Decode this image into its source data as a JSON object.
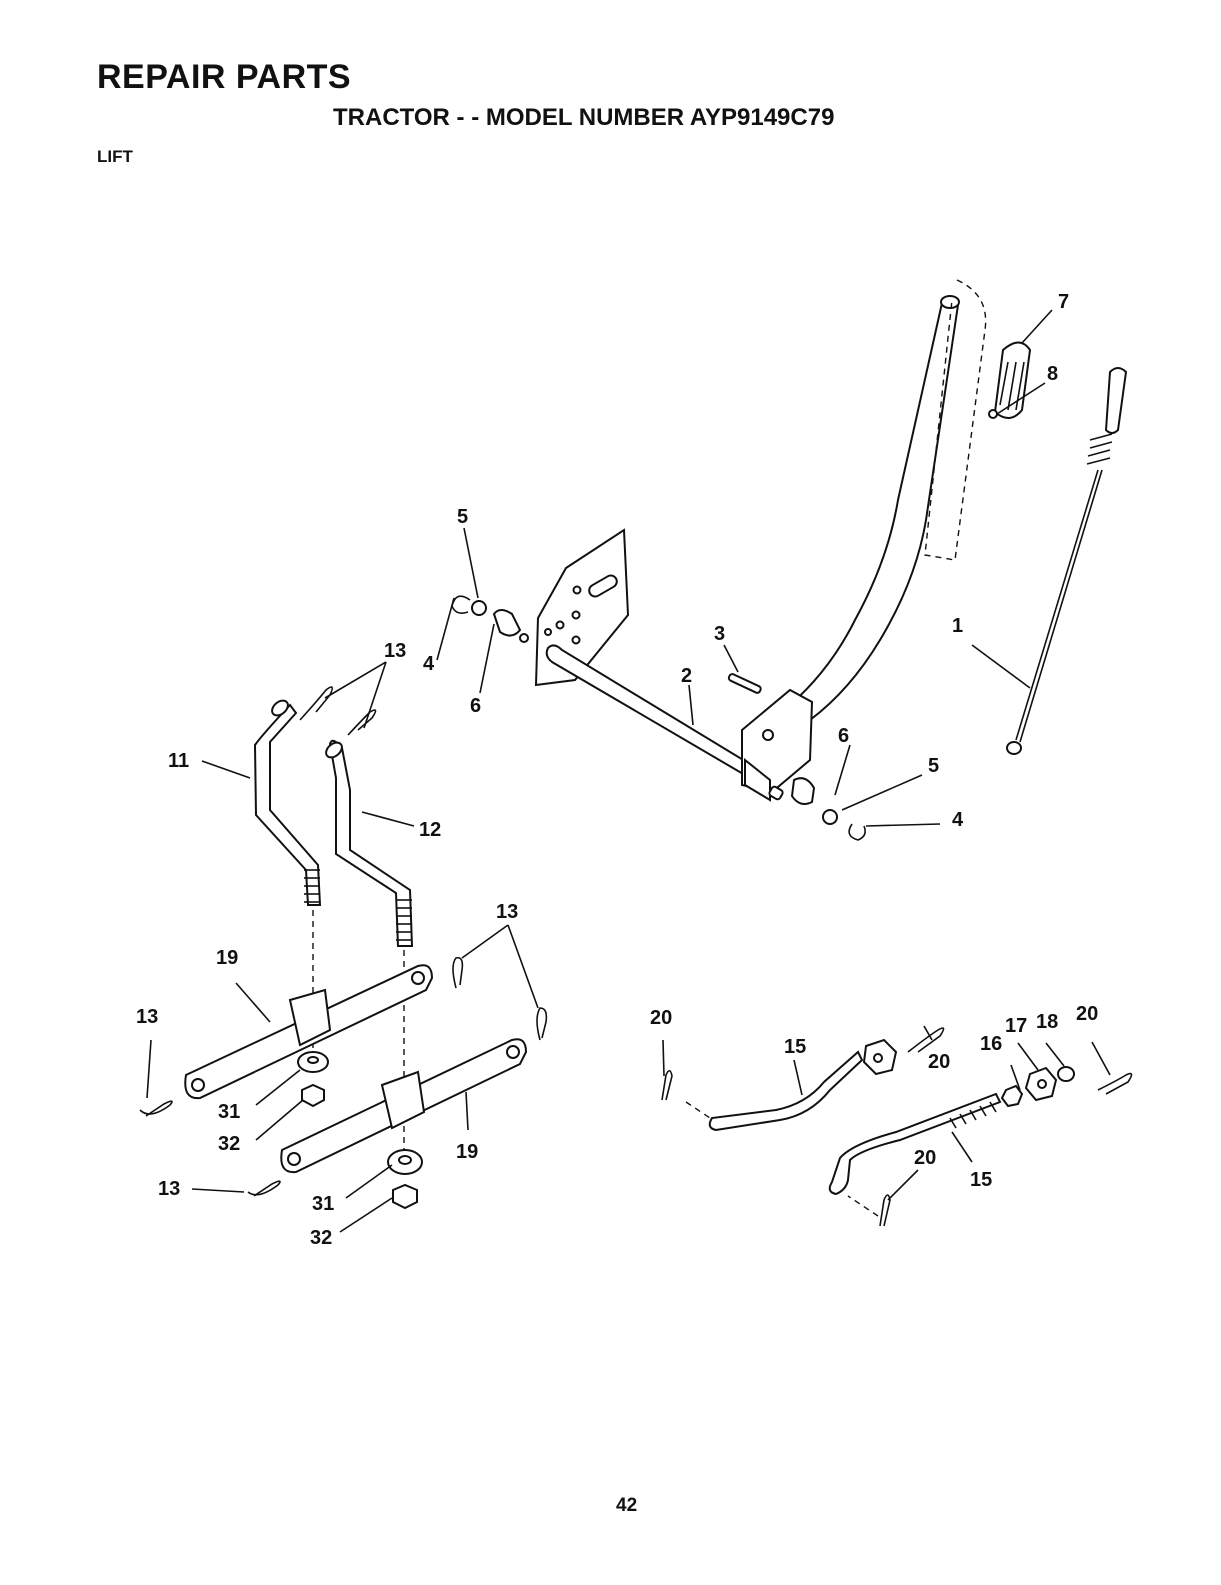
{
  "header": {
    "title": "REPAIR PARTS",
    "subtitle": "TRACTOR - - MODEL NUMBER AYP9149C79",
    "section": "LIFT"
  },
  "callouts": [
    {
      "id": "c1",
      "text": "1"
    },
    {
      "id": "c2",
      "text": "2"
    },
    {
      "id": "c3",
      "text": "3"
    },
    {
      "id": "c4a",
      "text": "4"
    },
    {
      "id": "c4b",
      "text": "4"
    },
    {
      "id": "c5a",
      "text": "5"
    },
    {
      "id": "c5b",
      "text": "5"
    },
    {
      "id": "c6a",
      "text": "6"
    },
    {
      "id": "c6b",
      "text": "6"
    },
    {
      "id": "c7",
      "text": "7"
    },
    {
      "id": "c8",
      "text": "8"
    },
    {
      "id": "c11",
      "text": "11"
    },
    {
      "id": "c12",
      "text": "12"
    },
    {
      "id": "c13a",
      "text": "13"
    },
    {
      "id": "c13b",
      "text": "13"
    },
    {
      "id": "c13c",
      "text": "13"
    },
    {
      "id": "c13d",
      "text": "13"
    },
    {
      "id": "c15a",
      "text": "15"
    },
    {
      "id": "c15b",
      "text": "15"
    },
    {
      "id": "c16",
      "text": "16"
    },
    {
      "id": "c17",
      "text": "17"
    },
    {
      "id": "c18",
      "text": "18"
    },
    {
      "id": "c19a",
      "text": "19"
    },
    {
      "id": "c19b",
      "text": "19"
    },
    {
      "id": "c20a",
      "text": "20"
    },
    {
      "id": "c20b",
      "text": "20"
    },
    {
      "id": "c20c",
      "text": "20"
    },
    {
      "id": "c20d",
      "text": "20"
    },
    {
      "id": "c31a",
      "text": "31"
    },
    {
      "id": "c31b",
      "text": "31"
    },
    {
      "id": "c32a",
      "text": "32"
    },
    {
      "id": "c32b",
      "text": "32"
    }
  ],
  "footer": {
    "page_number": "42"
  }
}
